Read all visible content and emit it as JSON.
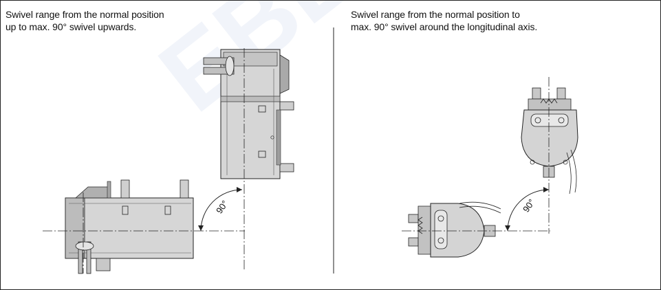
{
  "captions": {
    "left_line1": "Swivel range from the normal position",
    "left_line2": "up to max. 90° swivel upwards.",
    "right_line1": "Swivel range from the normal position to",
    "right_line2": "max. 90° swivel around the longitudinal axis."
  },
  "angles": {
    "left": "90°",
    "right": "90°"
  },
  "watermark": "EBERSPÄCHER",
  "colors": {
    "line": "#222222",
    "fill_light": "#d4d4d4",
    "fill_mid": "#b6b6b6",
    "fill_dark": "#8c8c8c",
    "watermark": "#a9bde6"
  }
}
